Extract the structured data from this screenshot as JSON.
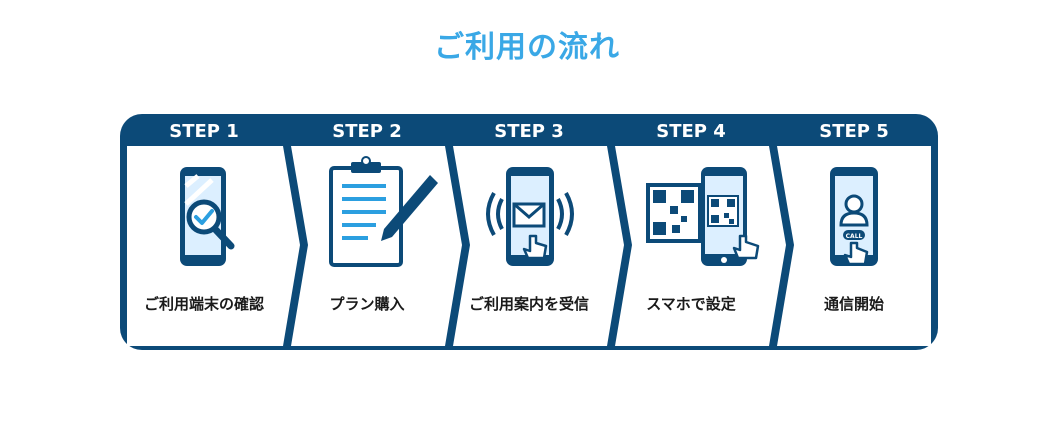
{
  "title": "ご利用の流れ",
  "colors": {
    "title": "#3aa8e6",
    "navy": "#0c4a78",
    "light_blue": "#cfe6f7",
    "screen": "#dcefff"
  },
  "steps": [
    {
      "label": "STEP 1",
      "caption": "ご利用端末の確認",
      "icon": "phone-magnifier-check-icon"
    },
    {
      "label": "STEP 2",
      "caption": "プラン購入",
      "icon": "clipboard-pen-icon"
    },
    {
      "label": "STEP 3",
      "caption": "ご利用案内を受信",
      "icon": "phone-mail-tap-icon"
    },
    {
      "label": "STEP 4",
      "caption": "スマホで設定",
      "icon": "phone-qr-scan-icon"
    },
    {
      "label": "STEP 5",
      "caption": "通信開始",
      "icon": "phone-call-user-icon"
    }
  ],
  "step5_call_label": "CALL"
}
